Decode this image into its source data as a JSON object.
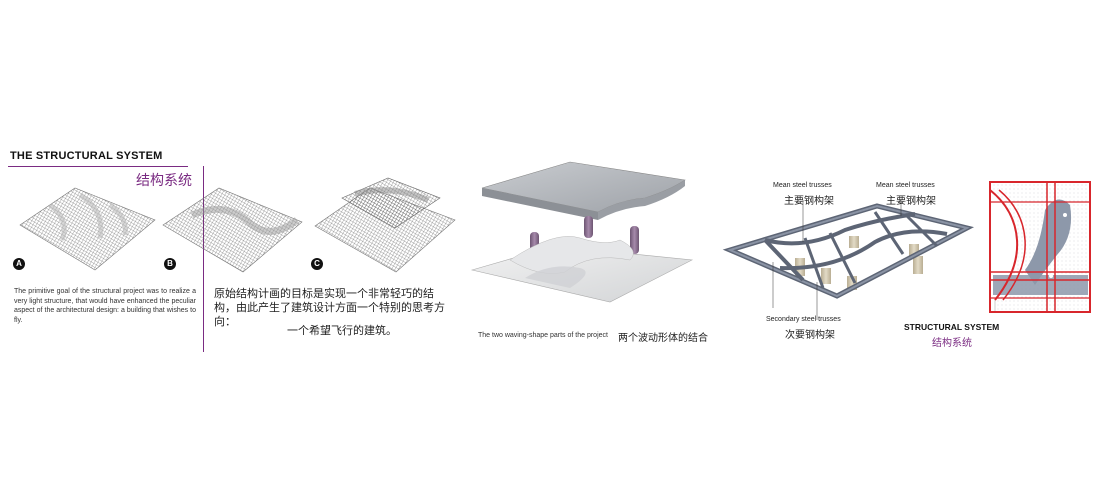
{
  "header": {
    "title_en": "THE STRUCTURAL SYSTEM",
    "title_cn": "结构系统"
  },
  "steps": [
    {
      "label": "A"
    },
    {
      "label": "B"
    },
    {
      "label": "C"
    }
  ],
  "text": {
    "en": "The primitive goal of the structural project was to realize a very light structure, that would have enhanced the peculiar aspect of the architectural design: a building that wishes to fly.",
    "cn_line1": "原始结构计画的目标是实现一个非常轻巧的结构，由此产生了建筑设计方面一个特别的思考方向：",
    "cn_line2": "一个希望飞行的建筑。"
  },
  "model_caption": {
    "en": "The two waving-shape parts of the project",
    "cn": "两个波动形体的结合"
  },
  "truss_labels": {
    "main_left_en": "Mean steel trusses",
    "main_left_cn": "主要钢构架",
    "main_right_en": "Mean steel trusses",
    "main_right_cn": "主要钢构架",
    "secondary_en": "Secondary steel trusses",
    "secondary_cn": "次要钢构架"
  },
  "structural_system": {
    "en": "STRUCTURAL SYSTEM",
    "cn": "结构系统"
  },
  "colors": {
    "accent_purple": "#7a2b82",
    "truss_gray": "#6e7686",
    "plan_red": "#d8262c",
    "column_purple": "#8a6e8f"
  }
}
